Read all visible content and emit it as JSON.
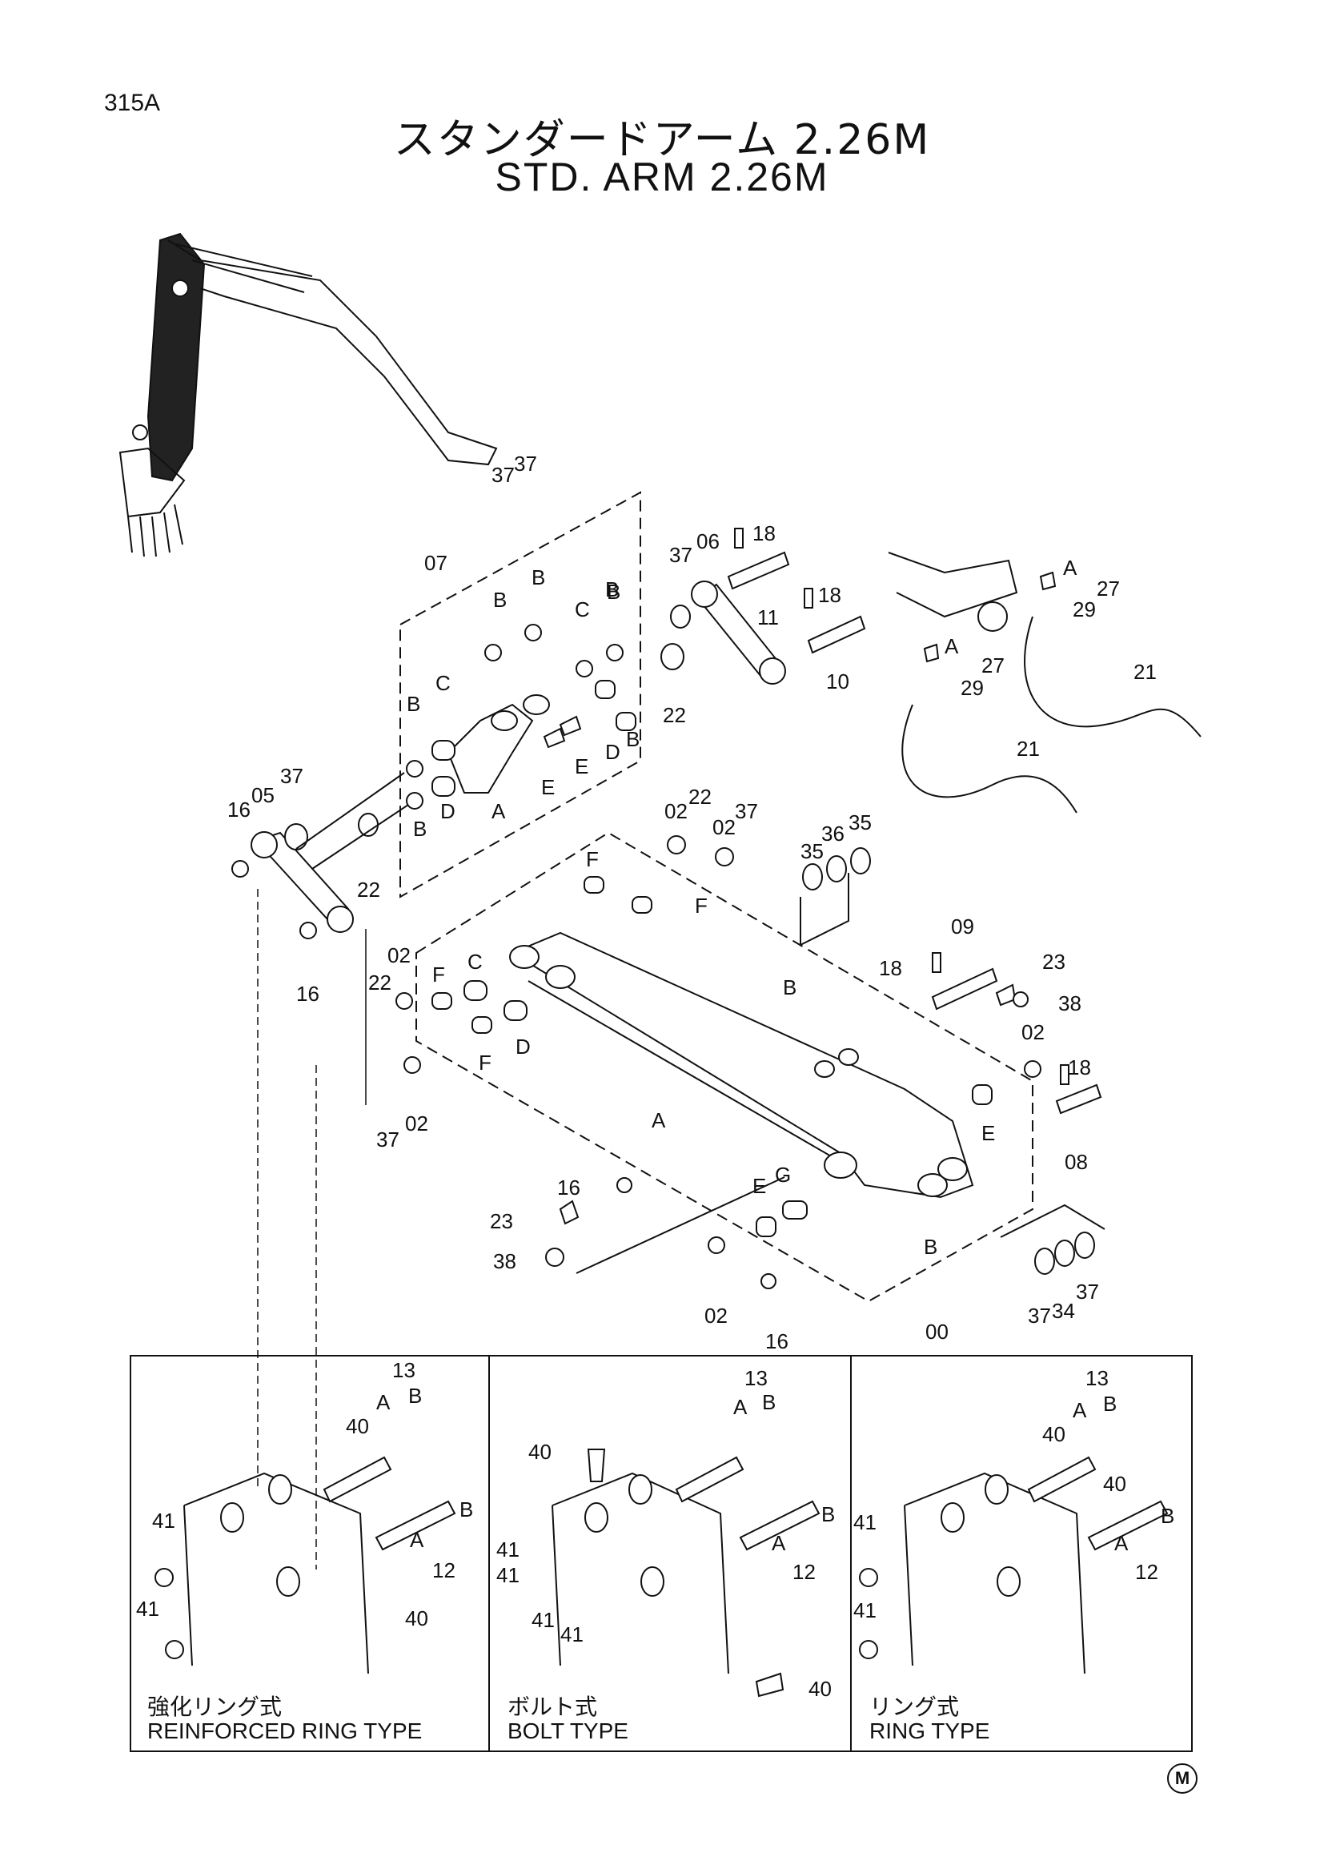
{
  "header": {
    "page_number": "315A",
    "title_jp": "スタンダードアーム 2.26M",
    "title_en": "STD. ARM 2.26M"
  },
  "part_labels": {
    "p00": "00",
    "p02": "02",
    "p05": "05",
    "p06": "06",
    "p07": "07",
    "p08": "08",
    "p09": "09",
    "p10": "10",
    "p11": "11",
    "p12": "12",
    "p13": "13",
    "p16": "16",
    "p18": "18",
    "p21": "21",
    "p22": "22",
    "p23": "23",
    "p27": "27",
    "p29": "29",
    "p34": "34",
    "p35": "35",
    "p36": "36",
    "p37": "37",
    "p38": "38",
    "p40": "40",
    "p41": "41",
    "A": "A",
    "B": "B",
    "C": "C",
    "D": "D",
    "E": "E",
    "F": "F",
    "G": "G"
  },
  "variants": [
    {
      "caption_jp": "強化リング式",
      "caption_en": "REINFORCED RING TYPE"
    },
    {
      "caption_jp": "ボルト式",
      "caption_en": "BOLT TYPE"
    },
    {
      "caption_jp": "リング式",
      "caption_en": "RING TYPE"
    }
  ],
  "footer_mark": "M"
}
